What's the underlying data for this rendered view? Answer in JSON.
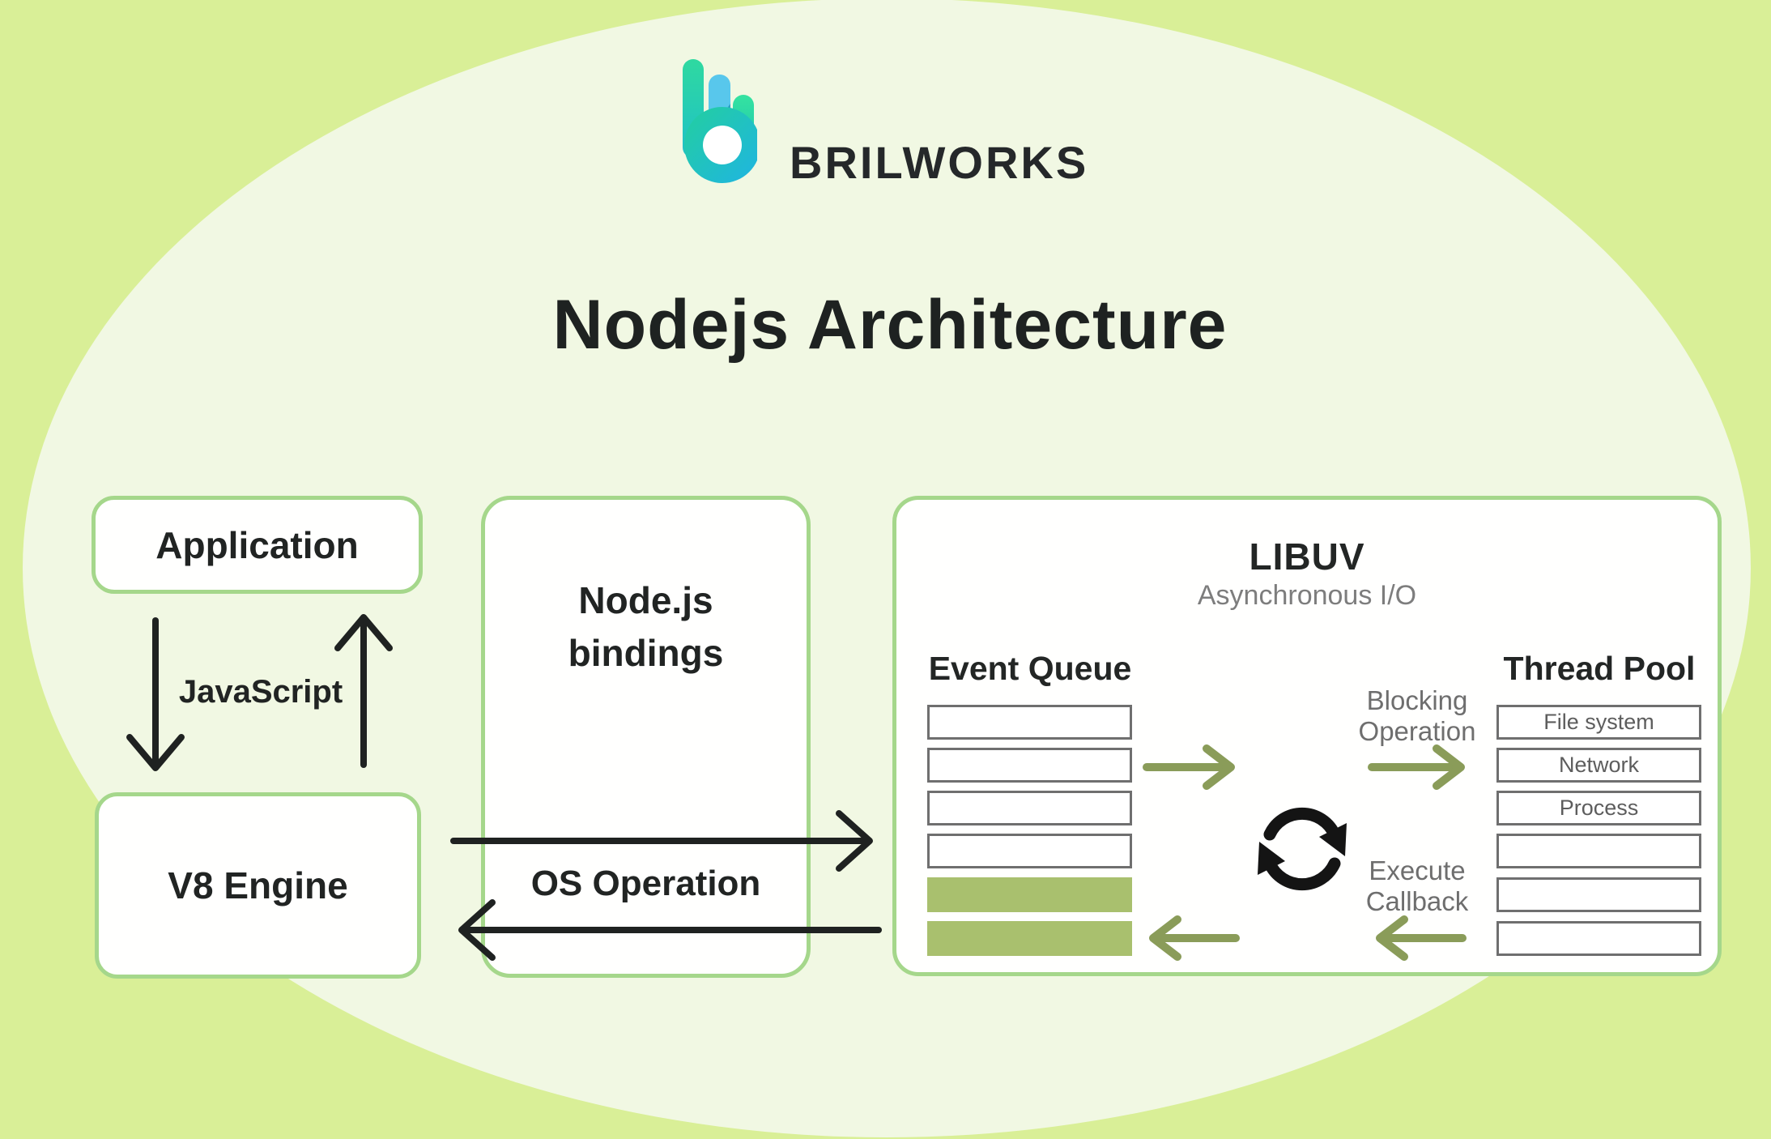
{
  "header": {
    "brand": "BRILWORKS"
  },
  "title": "Nodejs Architecture",
  "diagram": {
    "application": "Application",
    "javascript_label": "JavaScript",
    "v8_engine": "V8 Engine",
    "node_bindings": {
      "line1": "Node.js",
      "line2": "bindings"
    },
    "os_operation": "OS Operation",
    "libuv": {
      "title": "LIBUV",
      "subtitle": "Asynchronous I/O",
      "event_queue": {
        "title": "Event Queue",
        "slots": [
          "empty",
          "empty",
          "empty",
          "empty",
          "filled",
          "filled"
        ]
      },
      "blocking_operation": {
        "line1": "Blocking",
        "line2": "Operation"
      },
      "execute_callback": {
        "line1": "Execute",
        "line2": "Callback"
      },
      "thread_pool": {
        "title": "Thread Pool",
        "rows": [
          "File system",
          "Network",
          "Process",
          "",
          "",
          ""
        ]
      }
    }
  },
  "colors": {
    "background": "#d9ef97",
    "ellipse": "#f1f8e3",
    "box_border_green": "#a5d78b",
    "box_fill": "#ffffff",
    "queue_filled": "#a9c06e",
    "olive_arrow": "#8a9c59",
    "black_arrow": "#1f2221",
    "dark_text": "#212423",
    "gray_label": "#6e6e6e",
    "row_border_gray": "#6f6f6f",
    "logo_teal": "#1ec0c8",
    "logo_green": "#2fd9a0",
    "logo_blue": "#58c7ec"
  }
}
